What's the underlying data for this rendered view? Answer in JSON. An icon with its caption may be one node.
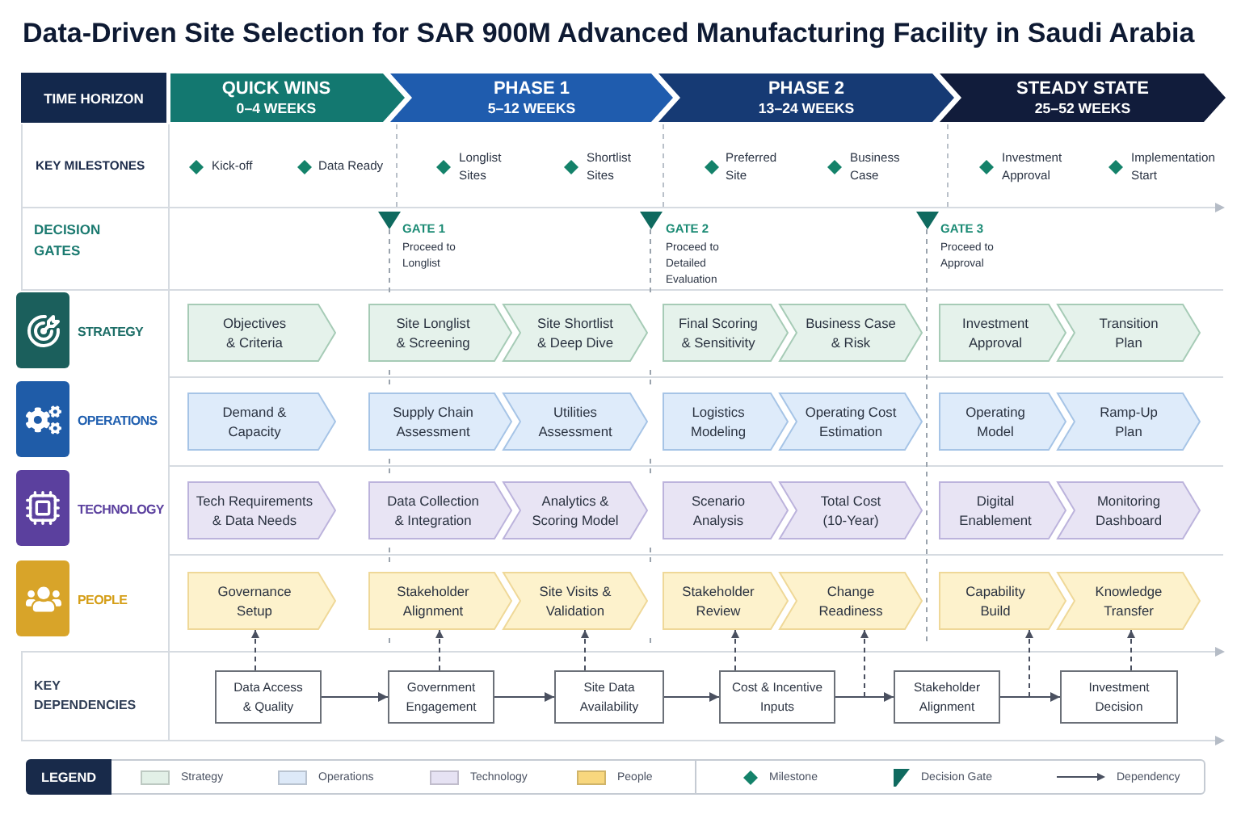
{
  "diagram": {
    "title": "Data-Driven Site Selection for SAR 900M Advanced Manufacturing Facility in Saudi Arabia",
    "nodes": [
      {
        "text": [
          "TIME HORIZON"
        ]
      },
      {
        "text": [
          "QUICK WINS",
          "0–4 WEEKS"
        ]
      },
      {
        "text": [
          "PHASE 1",
          "5–12 WEEKS"
        ]
      },
      {
        "text": [
          "PHASE 2",
          "13–24 WEEKS"
        ]
      },
      {
        "text": [
          "STEADY STATE",
          "25–52 WEEKS"
        ]
      },
      {
        "text": [
          "Objectives & Criteria"
        ]
      },
      {
        "text": [
          "Site Longlist & Screening"
        ]
      },
      {
        "text": [
          "Site Shortlist & Deep Dive"
        ]
      },
      {
        "text": [
          "Final Scoring & Sensitivity"
        ]
      },
      {
        "text": [
          "Business Case & Risk"
        ]
      },
      {
        "text": [
          "Investment Approval"
        ]
      },
      {
        "text": [
          "Transition Plan"
        ]
      },
      {
        "text": [
          "Demand & Capacity"
        ]
      },
      {
        "text": [
          "Supply Chain Assessment"
        ]
      },
      {
        "text": [
          "Utilities Assessment"
        ]
      },
      {
        "text": [
          "Logistics Modeling"
        ]
      },
      {
        "text": [
          "Operating Cost Estimation"
        ]
      },
      {
        "text": [
          "Operating Model"
        ]
      },
      {
        "text": [
          "Ramp-Up Plan"
        ]
      },
      {
        "text": [
          "Tech Requirements & Data Needs"
        ]
      },
      {
        "text": [
          "Data Collection & Integration"
        ]
      },
      {
        "text": [
          "Analytics & Scoring Model"
        ]
      },
      {
        "text": [
          "Scenario Analysis"
        ]
      },
      {
        "text": [
          "Total Cost (10-Year)"
        ]
      },
      {
        "text": [
          "Digital Enablement"
        ]
      },
      {
        "text": [
          "Monitoring Dashboard"
        ]
      },
      {
        "text": [
          "Governance Setup"
        ]
      },
      {
        "text": [
          "Stakeholder Alignment"
        ]
      },
      {
        "text": [
          "Site Visits & Validation"
        ]
      },
      {
        "text": [
          "Stakeholder Review"
        ]
      },
      {
        "text": [
          "Change Readiness"
        ]
      },
      {
        "text": [
          "Capability Build"
        ]
      },
      {
        "text": [
          "Knowledge Transfer"
        ]
      },
      {
        "text": [
          "Data Access & Quality"
        ]
      },
      {
        "text": [
          "Government Engagement"
        ]
      },
      {
        "text": [
          "Site Data Availability"
        ]
      },
      {
        "text": [
          "Cost & Incentive Inputs"
        ]
      },
      {
        "text": [
          "Stakeholder Alignment"
        ]
      },
      {
        "text": [
          "Investment Decision"
        ]
      }
    ],
    "edges": [
      {
        "from": 33,
        "to": 34,
        "arrow": "to"
      },
      {
        "from": 34,
        "to": 35,
        "arrow": "to"
      },
      {
        "from": 35,
        "to": 36,
        "arrow": "to"
      },
      {
        "from": 36,
        "to": 37,
        "arrow": "to"
      },
      {
        "from": 37,
        "to": 38,
        "arrow": "to"
      },
      {
        "from": 33,
        "to": 26,
        "arrow": "to",
        "style": "dashed"
      },
      {
        "from": 34,
        "to": 27,
        "arrow": "to",
        "style": "dashed"
      },
      {
        "from": 35,
        "to": 28,
        "arrow": "to",
        "style": "dashed"
      },
      {
        "from": 36,
        "to": 29,
        "arrow": "to",
        "style": "dashed"
      },
      {
        "from": null,
        "to": 30,
        "arrow": "to",
        "style": "dashed"
      },
      {
        "from": null,
        "to": 31,
        "arrow": "to",
        "style": "dashed"
      },
      {
        "from": 38,
        "to": 32,
        "arrow": "to",
        "style": "dashed"
      }
    ],
    "labels": [
      "KEY MILESTONES",
      "Kick-off",
      "Data Ready",
      "Longlist Sites",
      "Shortlist Sites",
      "Preferred Site",
      "Business Case",
      "Investment Approval",
      "Implementation Start",
      "DECISION GATES",
      "GATE 1",
      "Proceed to Longlist",
      "GATE 2",
      "Proceed to Detailed Evaluation",
      "GATE 3",
      "Proceed to Approval",
      "STRATEGY",
      "OPERATIONS",
      "TECHNOLOGY",
      "PEOPLE",
      "KEY DEPENDENCIES",
      "LEGEND"
    ],
    "legend": [
      {
        "text": "Strategy",
        "color": "#e2f0e7"
      },
      {
        "text": "Operations",
        "color": "#dde9f8"
      },
      {
        "text": "Technology",
        "color": "#e6e2f3"
      },
      {
        "text": "People",
        "color": "#f8d77e"
      },
      {
        "text": "Milestone"
      },
      {
        "text": "Decision Gate"
      },
      {
        "text": "Dependency"
      }
    ]
  }
}
